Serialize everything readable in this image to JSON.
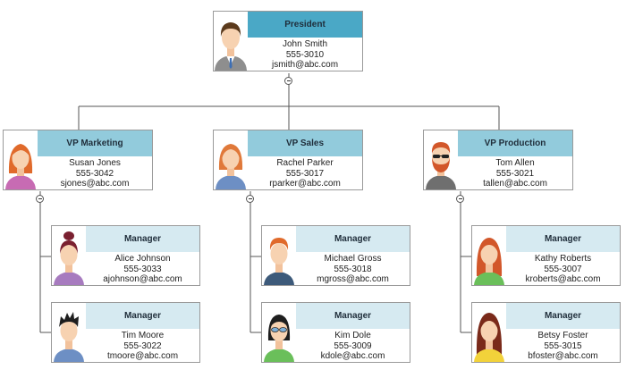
{
  "colors": {
    "president_header": "#4aa8c6",
    "vp_header": "#92cbdc",
    "manager_header": "#d6eaf1",
    "connector": "#555555"
  },
  "president": {
    "title": "President",
    "name": "John Smith",
    "phone": "555-3010",
    "email": "jsmith@abc.com",
    "avatar": "man-suit-brown-hair"
  },
  "vps": [
    {
      "title": "VP Marketing",
      "name": "Susan Jones",
      "phone": "555-3042",
      "email": "sjones@abc.com",
      "avatar": "woman-orange-hair-pink-shirt",
      "managers": [
        {
          "title": "Manager",
          "name": "Alice Johnson",
          "phone": "555-3033",
          "email": "ajohnson@abc.com",
          "avatar": "woman-bun-purple-shirt"
        },
        {
          "title": "Manager",
          "name": "Tim Moore",
          "phone": "555-3022",
          "email": "tmoore@abc.com",
          "avatar": "man-spiky-black-hair"
        }
      ]
    },
    {
      "title": "VP Sales",
      "name": "Rachel Parker",
      "phone": "555-3017",
      "email": "rparker@abc.com",
      "avatar": "woman-orange-bob-blue-shirt",
      "managers": [
        {
          "title": "Manager",
          "name": "Michael Gross",
          "phone": "555-3018",
          "email": "mgross@abc.com",
          "avatar": "man-orange-hair-navy-shirt"
        },
        {
          "title": "Manager",
          "name": "Kim Dole",
          "phone": "555-3009",
          "email": "kdole@abc.com",
          "avatar": "woman-sunglasses-green-shirt"
        }
      ]
    },
    {
      "title": "VP Production",
      "name": "Tom Allen",
      "phone": "555-3021",
      "email": "tallen@abc.com",
      "avatar": "man-beard-sunglasses",
      "managers": [
        {
          "title": "Manager",
          "name": "Kathy Roberts",
          "phone": "555-3007",
          "email": "kroberts@abc.com",
          "avatar": "woman-long-red-hair-green-shirt"
        },
        {
          "title": "Manager",
          "name": "Betsy Foster",
          "phone": "555-3015",
          "email": "bfoster@abc.com",
          "avatar": "woman-long-brown-hair-yellow-shirt"
        }
      ]
    }
  ]
}
